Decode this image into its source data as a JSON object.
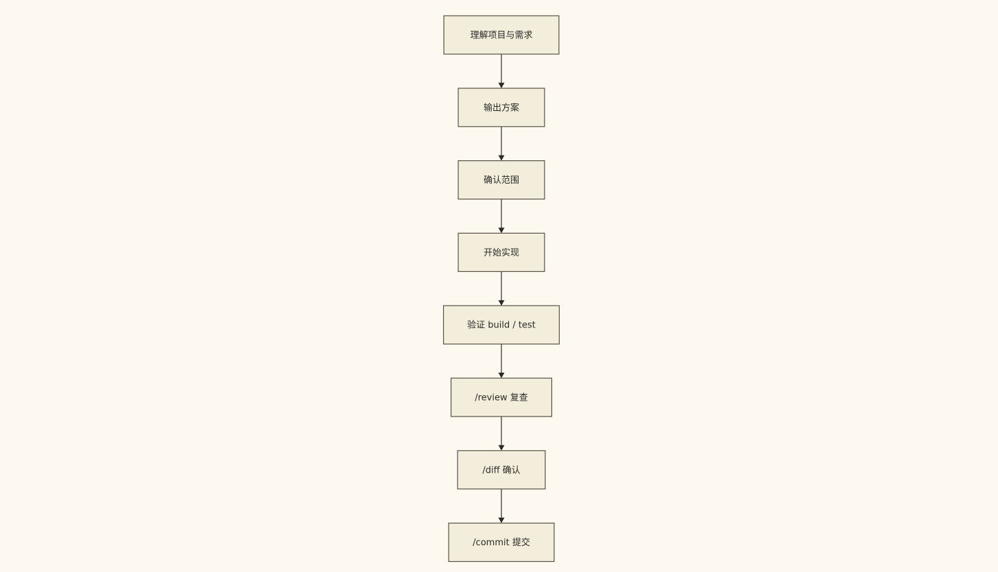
{
  "flowchart": {
    "steps": [
      {
        "id": "understand",
        "label": "理解项目与需求"
      },
      {
        "id": "plan",
        "label": "输出方案"
      },
      {
        "id": "confirm-scope",
        "label": "确认范围"
      },
      {
        "id": "implement",
        "label": "开始实现"
      },
      {
        "id": "verify",
        "label": "验证 build / test"
      },
      {
        "id": "review",
        "label": "/review 复查"
      },
      {
        "id": "diff",
        "label": "/diff 确认"
      },
      {
        "id": "commit",
        "label": "/commit 提交"
      }
    ],
    "edges": [
      {
        "from": "understand",
        "to": "plan"
      },
      {
        "from": "plan",
        "to": "confirm-scope"
      },
      {
        "from": "confirm-scope",
        "to": "implement"
      },
      {
        "from": "implement",
        "to": "verify"
      },
      {
        "from": "verify",
        "to": "review"
      },
      {
        "from": "review",
        "to": "diff"
      },
      {
        "from": "diff",
        "to": "commit"
      }
    ]
  }
}
